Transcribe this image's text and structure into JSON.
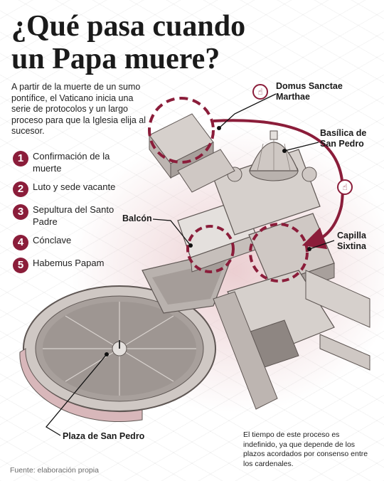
{
  "title": {
    "line1": "¿Qué pasa cuando",
    "line2": "un Papa muere?"
  },
  "intro": "A partir de la muerte de un sumo pontífice, el Vaticano inicia una serie de protocolos y un largo proceso para que la Iglesia elija al sucesor.",
  "steps": [
    {
      "number": "1",
      "label": "Confirmación de la muerte"
    },
    {
      "number": "2",
      "label": "Luto y sede vacante"
    },
    {
      "number": "3",
      "label": "Sepultura del Santo Padre"
    },
    {
      "number": "4",
      "label": "Cónclave"
    },
    {
      "number": "5",
      "label": "Habemus Papam"
    }
  ],
  "callouts": {
    "domus": "Domus Sanctae Marthae",
    "basilica": "Basílica de San Pedro",
    "balcon": "Balcón",
    "capilla": "Capilla Sixtina",
    "plaza": "Plaza de San Pedro"
  },
  "note": "El tiempo de este proceso es indefinido, ya que depende de los plazos acordados por consenso entre los cardenales.",
  "source": "Fuente: elaboración propia",
  "colors": {
    "accent": "#8b1d3a",
    "stone_light": "#e4e0dd",
    "stone_mid": "#b9b2ae",
    "stone_dark": "#5e5653",
    "shadow_pink": "#e9c9cc"
  },
  "icons": [
    "hand-pointer-icon",
    "hand-pointer-icon"
  ]
}
